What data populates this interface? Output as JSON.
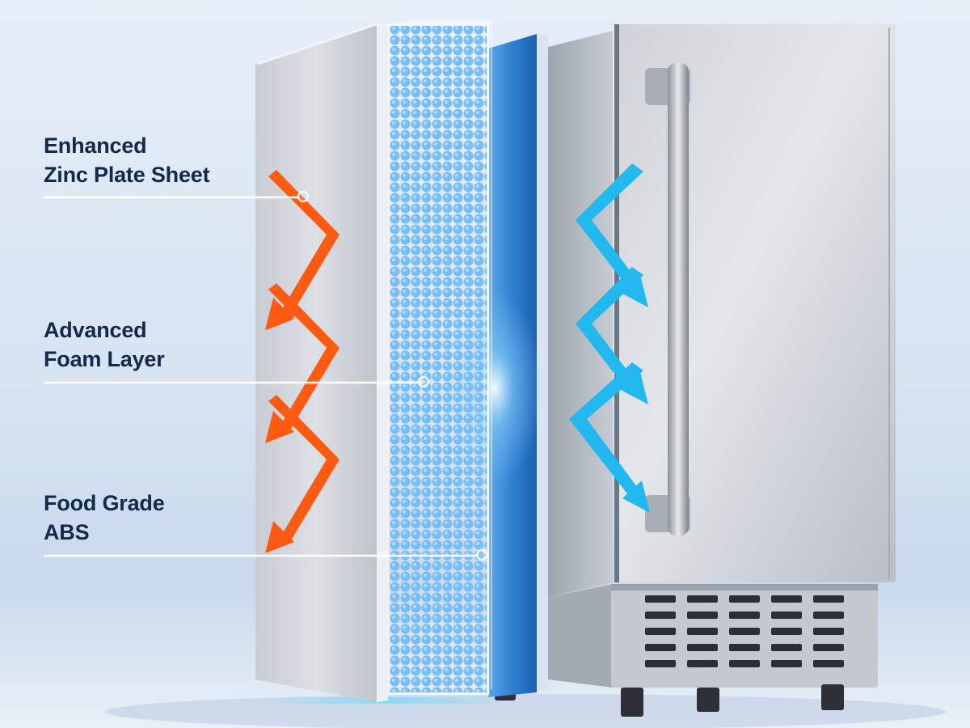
{
  "callouts": [
    {
      "line1": "Enhanced",
      "line2": "Zinc Plate Sheet"
    },
    {
      "line1": "Advanced",
      "line2": "Foam Layer"
    },
    {
      "line1": "Food Grade",
      "line2": "ABS"
    }
  ],
  "icons": {
    "heat_arrow": "orange-zigzag-arrow-icon",
    "cold_arrow": "blue-zigzag-arrow-icon"
  },
  "colors": {
    "heat": "#ff5a12",
    "cold": "#22b8f0",
    "foam": "#69b6f5",
    "text": "#13284a",
    "steel": "#c5cad2"
  }
}
